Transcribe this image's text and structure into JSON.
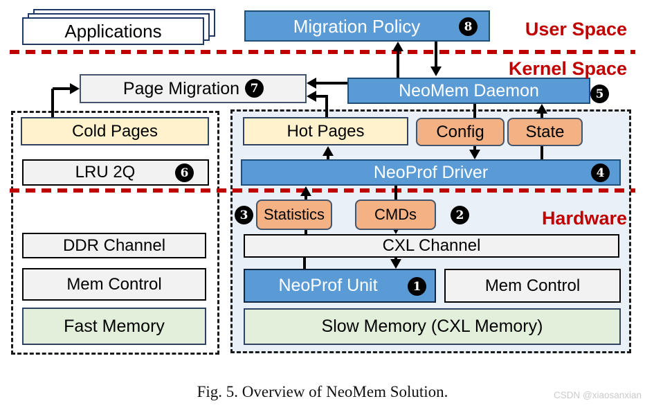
{
  "diagram": {
    "user_space": {
      "label": "User Space",
      "applications": "Applications",
      "migration_policy": "Migration Policy",
      "migration_policy_badge": "8"
    },
    "kernel": {
      "label": "Kernel Space",
      "page_migration": "Page Migration",
      "page_migration_badge": "7",
      "neomem_daemon": "NeoMem Daemon",
      "neomem_daemon_badge": "5",
      "cold_pages": "Cold Pages",
      "hot_pages": "Hot Pages",
      "config": "Config",
      "state": "State",
      "lru_2q": "LRU 2Q",
      "lru_2q_badge": "6",
      "neoprof_driver": "NeoProf Driver",
      "neoprof_driver_badge": "4"
    },
    "hardware": {
      "label": "Hardware",
      "statistics": "Statistics",
      "statistics_badge": "3",
      "cmds": "CMDs",
      "cmds_badge": "2",
      "ddr_channel": "DDR Channel",
      "cxl_channel": "CXL Channel",
      "mem_control_left": "Mem Control",
      "mem_control_right": "Mem Control",
      "neoprof_unit": "NeoProf Unit",
      "neoprof_unit_badge": "1",
      "fast_memory": "Fast Memory",
      "slow_memory": "Slow Memory (CXL Memory)"
    }
  },
  "caption": "Fig. 5.  Overview of NeoMem Solution.",
  "watermark": "CSDN @xiaosanxian",
  "colors": {
    "accent_blue": "#5B9BD5",
    "orange": "#F4B183",
    "yellow": "#FFF2CC",
    "green": "#E2EFDA",
    "gray": "#F2F2F2",
    "panel_blue": "#E9F0F8",
    "red": "#C00000"
  }
}
